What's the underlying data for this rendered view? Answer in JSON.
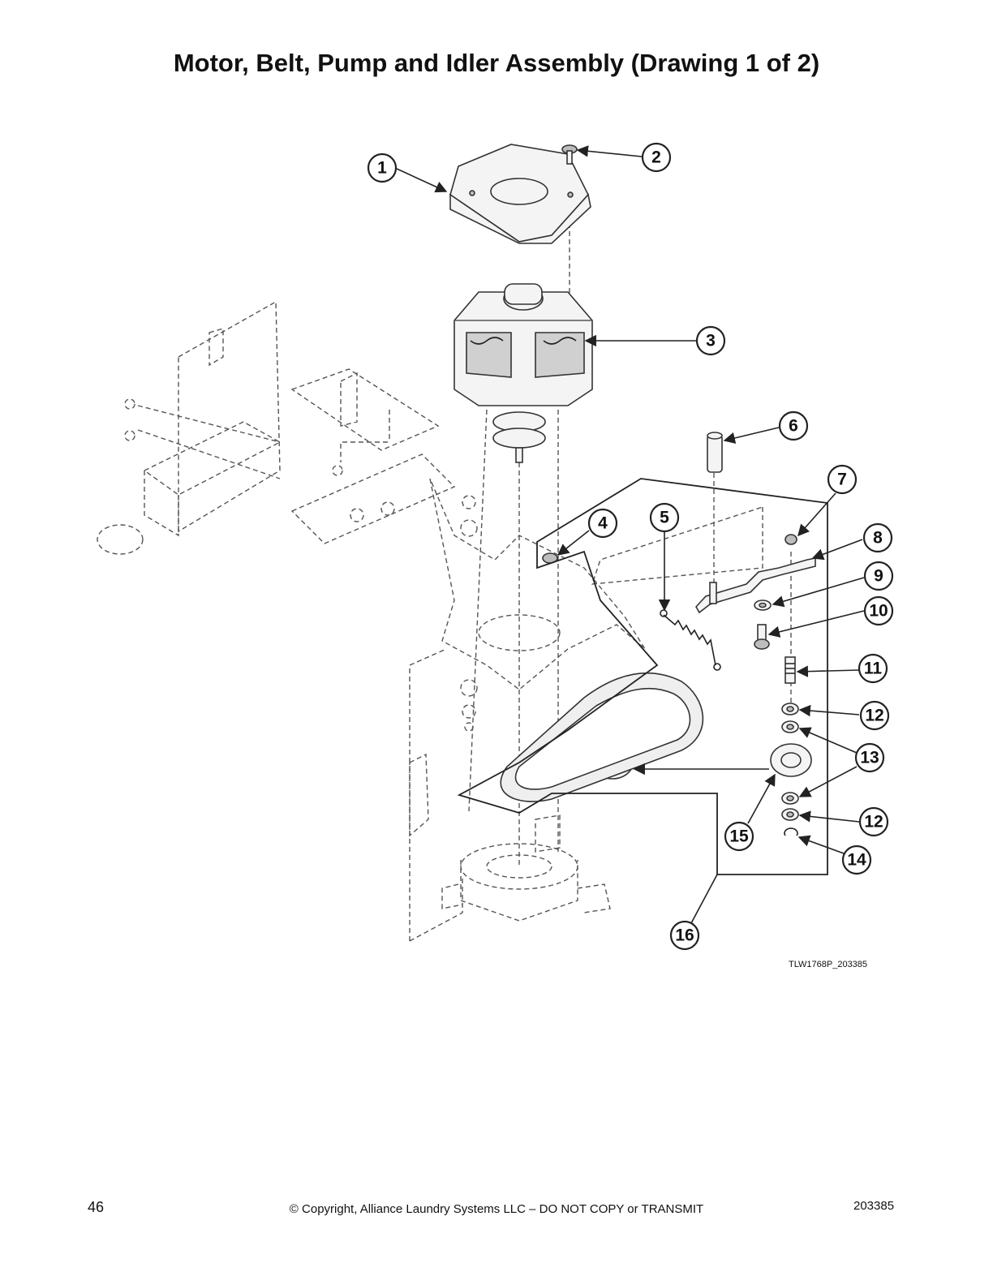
{
  "title": "Motor, Belt, Pump and Idler Assembly (Drawing 1 of 2)",
  "figure_ref": "TLW1768P_203385",
  "callouts": [
    {
      "id": "c1",
      "label": "1"
    },
    {
      "id": "c2",
      "label": "2"
    },
    {
      "id": "c3",
      "label": "3"
    },
    {
      "id": "c4",
      "label": "4"
    },
    {
      "id": "c5",
      "label": "5"
    },
    {
      "id": "c6",
      "label": "6"
    },
    {
      "id": "c7",
      "label": "7"
    },
    {
      "id": "c8",
      "label": "8"
    },
    {
      "id": "c9",
      "label": "9"
    },
    {
      "id": "c10",
      "label": "10"
    },
    {
      "id": "c11",
      "label": "11"
    },
    {
      "id": "c12a",
      "label": "12"
    },
    {
      "id": "c13",
      "label": "13"
    },
    {
      "id": "c12b",
      "label": "12"
    },
    {
      "id": "c14",
      "label": "14"
    },
    {
      "id": "c15",
      "label": "15"
    },
    {
      "id": "c16",
      "label": "16"
    }
  ],
  "footer": {
    "page_number": "46",
    "copyright": "© Copyright, Alliance Laundry Systems LLC – DO NOT COPY or TRANSMIT",
    "document_number": "203385"
  }
}
